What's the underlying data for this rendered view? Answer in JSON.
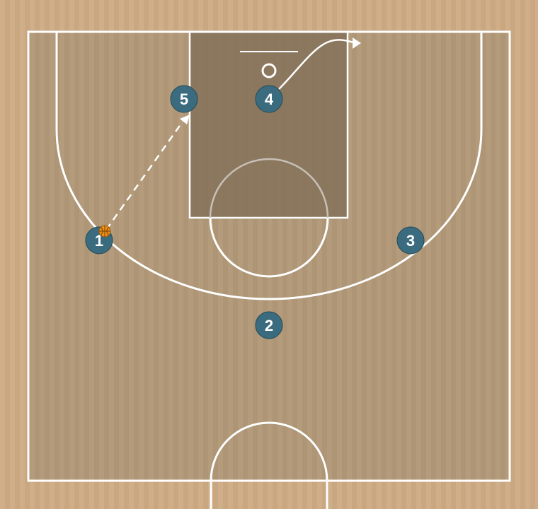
{
  "colors": {
    "outer_floor": "#caa883",
    "court_floor": "#b09878",
    "paint": "#85725a",
    "lines": "#ffffff",
    "player_fill": "#3a6b7e",
    "player_stroke": "#244a58",
    "ball": "#e8921a",
    "pass_line": "#ffffff"
  },
  "players": [
    {
      "label": "1",
      "has_ball": true
    },
    {
      "label": "2",
      "has_ball": false
    },
    {
      "label": "3",
      "has_ball": false
    },
    {
      "label": "4",
      "has_ball": false
    },
    {
      "label": "5",
      "has_ball": false
    }
  ],
  "actions": [
    {
      "type": "pass",
      "from": "1",
      "to": "5",
      "style": "dashed"
    },
    {
      "type": "cut",
      "player": "4",
      "style": "curved-arrow"
    }
  ]
}
